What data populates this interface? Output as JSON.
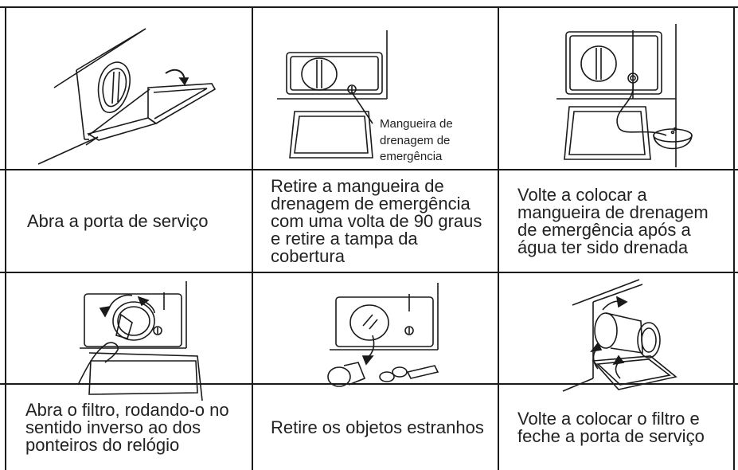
{
  "steps": [
    {
      "caption": "Abra a porta de serviço",
      "illustration": "open-service-door-illustration"
    },
    {
      "caption": "Retire a mangueira de drenagem de emergência com uma volta de 90 graus e retire a tampa da cobertura",
      "illustration": "remove-drain-hose-illustration",
      "label": [
        "Mangueira de",
        "drenagem de",
        "emergência"
      ]
    },
    {
      "caption": "Volte a colocar a mangueira de drenagem de emergência após a água ter sido drenada",
      "illustration": "drain-water-into-bowl-illustration"
    },
    {
      "caption": "Abra o filtro, rodando-o no sentido inverso ao dos ponteiros do relógio",
      "illustration": "turn-filter-counterclockwise-illustration"
    },
    {
      "caption": "Retire os objetos estranhos",
      "illustration": "remove-foreign-objects-illustration"
    },
    {
      "caption": "Volte a colocar o filtro e feche a porta de serviço",
      "illustration": "reinsert-filter-illustration"
    }
  ]
}
